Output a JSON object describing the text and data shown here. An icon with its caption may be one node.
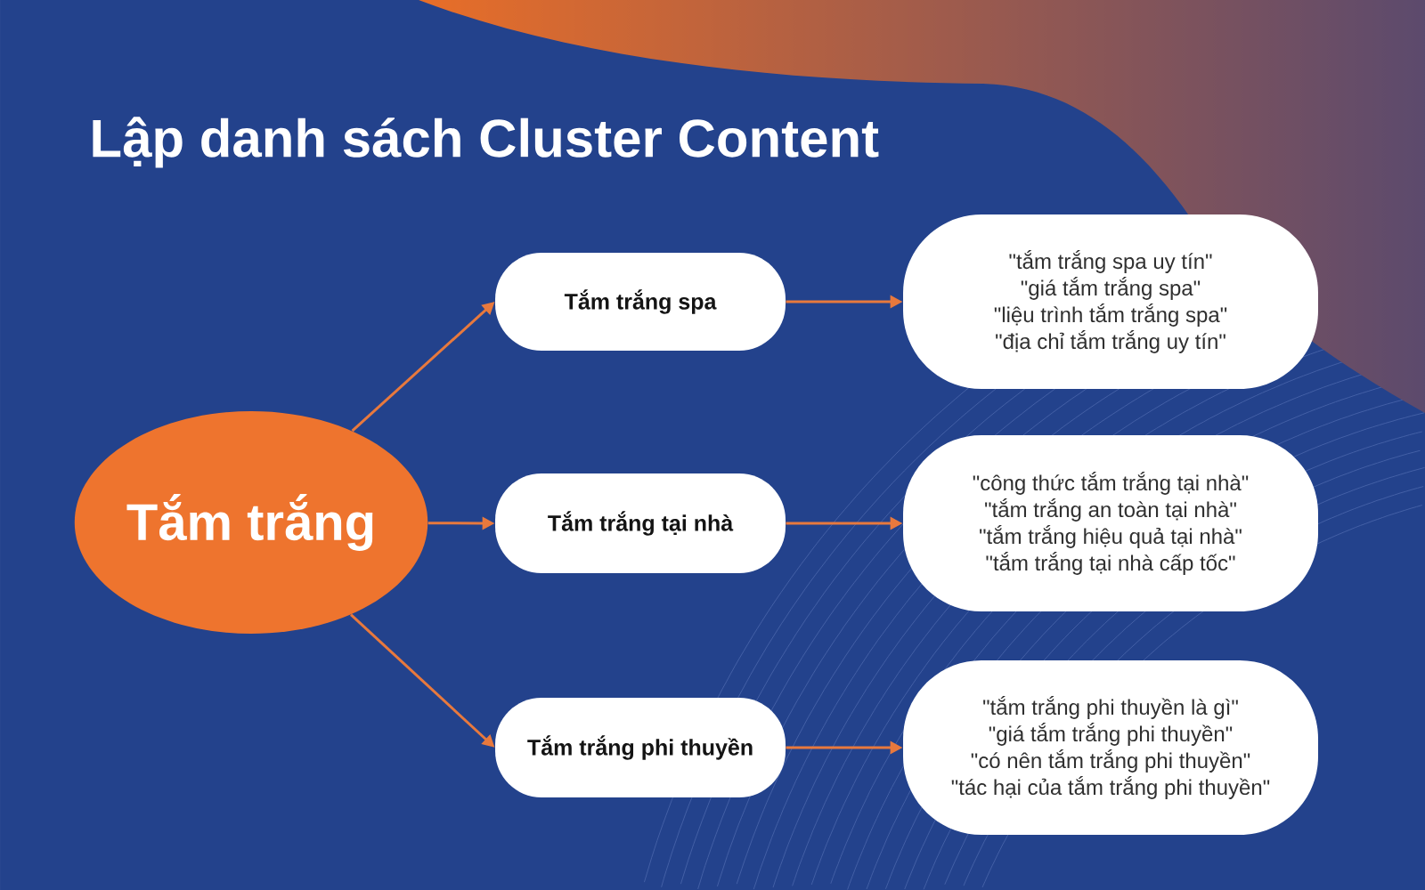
{
  "diagram": {
    "title": "Lập danh sách Cluster Content",
    "nodes": [
      {
        "text": [
          "Tắm trắng"
        ]
      },
      {
        "text": [
          "Tắm trắng spa"
        ]
      },
      {
        "text": [
          "Tắm trắng tại nhà"
        ]
      },
      {
        "text": [
          "Tắm trắng phi thuyền"
        ]
      },
      {
        "text": [
          "\"tắm trắng spa uy tín\"",
          "\"giá tắm trắng spa\"",
          "\"liệu trình tắm trắng spa\"",
          "\"địa chỉ tắm trắng uy tín\""
        ]
      },
      {
        "text": [
          "\"công thức tắm trắng tại nhà\"",
          "\"tắm trắng an toàn tại nhà\"",
          "\"tắm trắng hiệu quả tại nhà\"",
          "\"tắm trắng tại nhà cấp tốc\""
        ]
      },
      {
        "text": [
          "\"tắm trắng phi thuyền là gì\"",
          "\"giá tắm trắng phi thuyền\"",
          "\"có nên tắm trắng phi thuyền\"",
          "\"tác hại của tắm trắng phi thuyền\""
        ]
      }
    ],
    "edges": [
      {
        "from": 0,
        "to": 1,
        "arrow": "to"
      },
      {
        "from": 0,
        "to": 2,
        "arrow": "to"
      },
      {
        "from": 0,
        "to": 3,
        "arrow": "to"
      },
      {
        "from": 1,
        "to": 4,
        "arrow": "to"
      },
      {
        "from": 2,
        "to": 5,
        "arrow": "to"
      },
      {
        "from": 3,
        "to": 6,
        "arrow": "to"
      }
    ]
  }
}
